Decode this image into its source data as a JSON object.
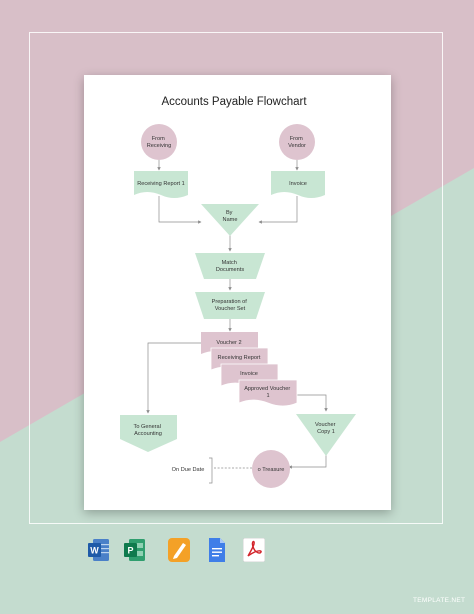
{
  "colors": {
    "bg_mauve": "#d8bfc8",
    "bg_mint": "#c4dccf",
    "node_mint": "#c8e6d3",
    "node_pink": "#dec4cf",
    "arrow": "#8d8d8d"
  },
  "flowchart": {
    "title": "Accounts Payable Flowchart",
    "nodes": {
      "from_receiving": [
        "From",
        "Receiving"
      ],
      "from_vendor": [
        "From",
        "Vendor"
      ],
      "receiving_report_1": "Receiving Report 1",
      "invoice_top": "Invoice",
      "by_name": [
        "By",
        "Name"
      ],
      "match_documents": [
        "Match",
        "Documents"
      ],
      "preparation": [
        "Preparation of",
        "Voucher Set"
      ],
      "voucher_2": "Voucher 2",
      "receiving_report": "Receiving Report",
      "invoice_stack": "Invoice",
      "approved_voucher": [
        "Approved Voucher",
        "1"
      ],
      "voucher_copy": [
        "Voucher",
        "Copy 1"
      ],
      "to_general_accounting": [
        "To General",
        "Accounting"
      ],
      "treasure": "o Treasure",
      "on_due_date": "On Due Date"
    }
  },
  "app_icons": [
    "word-icon",
    "publisher-icon",
    "pages-icon",
    "google-docs-icon",
    "pdf-icon"
  ],
  "watermark": "TEMPLATE.NET"
}
